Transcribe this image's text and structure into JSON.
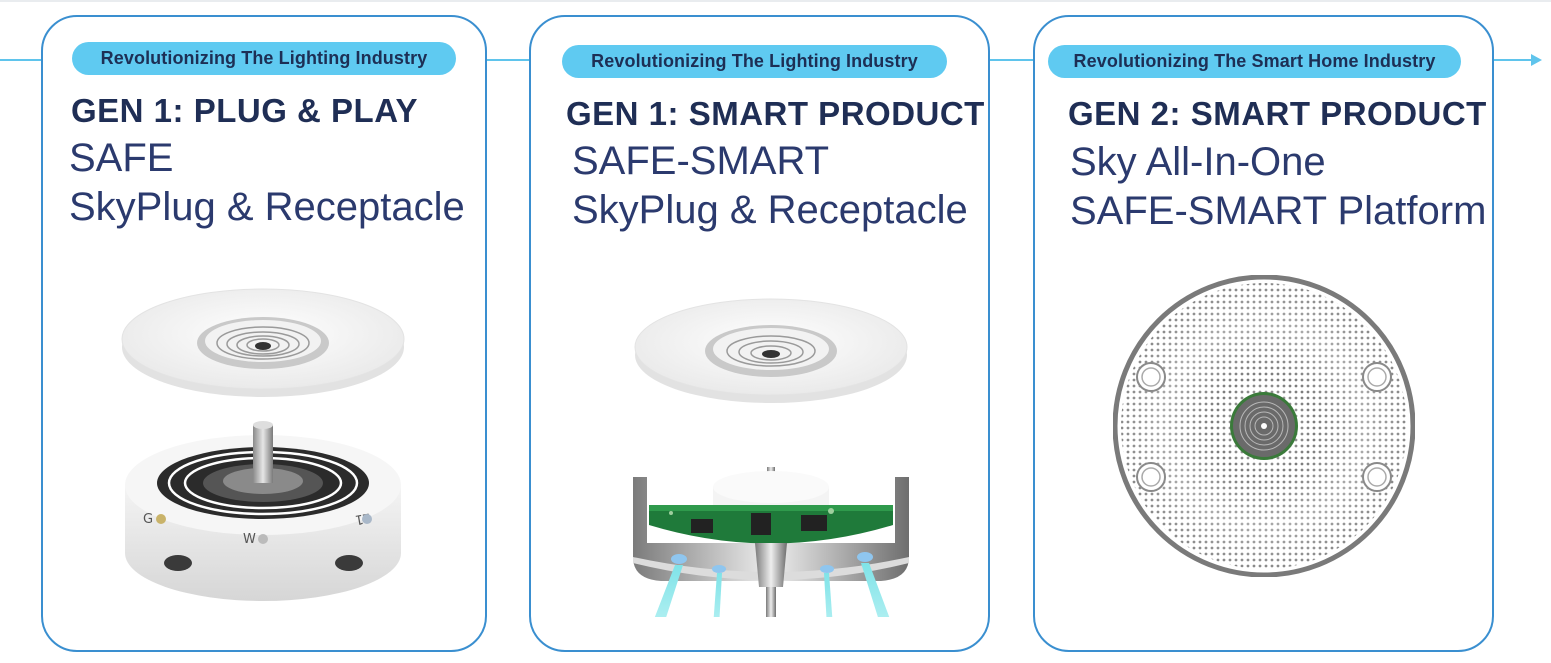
{
  "colors": {
    "card_border": "#3a8fd0",
    "pill_bg": "#5fcaf1",
    "connector": "#5fc4ec",
    "title_text": "#1f2e55",
    "product_text": "#2b3a6e"
  },
  "timeline": {
    "arrow_icon": "arrow-right-icon",
    "cards": [
      {
        "tag": "Revolutionizing The Lighting Industry",
        "gen_title": "GEN 1: PLUG & PLAY",
        "product_line1": "SAFE",
        "product_line2": "SkyPlug & Receptacle",
        "image": "skyplug-receptacle-image",
        "image_labels": [
          "G",
          "W",
          "L1"
        ]
      },
      {
        "tag": "Revolutionizing The Lighting Industry",
        "gen_title": "GEN 1: SMART PRODUCT",
        "product_line1": "SAFE-SMART",
        "product_line2": "SkyPlug & Receptacle",
        "image": "smart-skyplug-circuit-image"
      },
      {
        "tag": "Revolutionizing The Smart Home Industry",
        "gen_title": "GEN 2: SMART PRODUCT",
        "product_line1": "Sky All-In-One",
        "product_line2": "SAFE-SMART Platform",
        "image": "sky-all-in-one-speaker-image"
      }
    ]
  }
}
